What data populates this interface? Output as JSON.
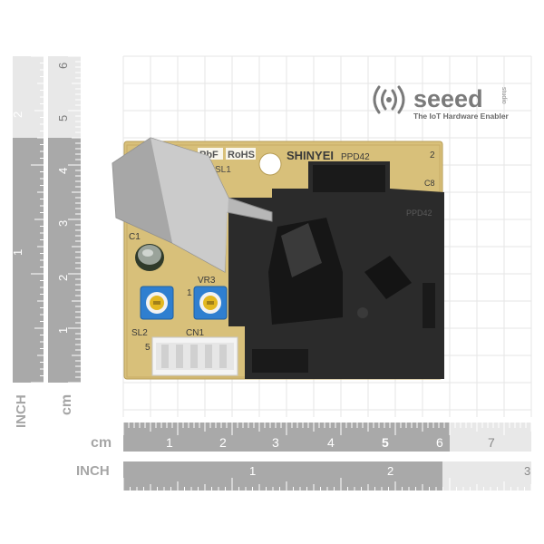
{
  "brand": {
    "name": "seeed",
    "suffix": "studio",
    "tagline": "The IoT Hardware Enabler",
    "color": "#7a7a7a"
  },
  "board": {
    "maker_label": "SHINYEI",
    "model_label": "PPD42",
    "housing_label": "PPD42",
    "pbf_label": "PbF",
    "rohs_label": "RoHS",
    "sl1_label": "SL1",
    "sl2_label": "SL2",
    "vr3_label": "VR3",
    "c1_label": "C1",
    "c8_label": "C8",
    "cn1_label": "CN1",
    "pin1_label": "1",
    "pin2_label": "2",
    "pin5_label": "5",
    "pcb_color": "#d8c07a",
    "housing_color": "#2b2b2b",
    "trimpot_color": "#2f7fd0"
  },
  "rulers": {
    "vertical_inch_label": "INCH",
    "vertical_cm_label": "cm",
    "horizontal_cm_label": "cm",
    "horizontal_inch_label": "INCH",
    "vertical_inch_marks": [
      "1",
      "2"
    ],
    "vertical_cm_marks": [
      "1",
      "2",
      "3",
      "4",
      "5",
      "6"
    ],
    "horizontal_cm_marks": [
      "1",
      "2",
      "3",
      "4",
      "5",
      "6",
      "7"
    ],
    "horizontal_inch_marks": [
      "1",
      "2",
      "3"
    ],
    "ruler_color": "#a6a6a6"
  }
}
